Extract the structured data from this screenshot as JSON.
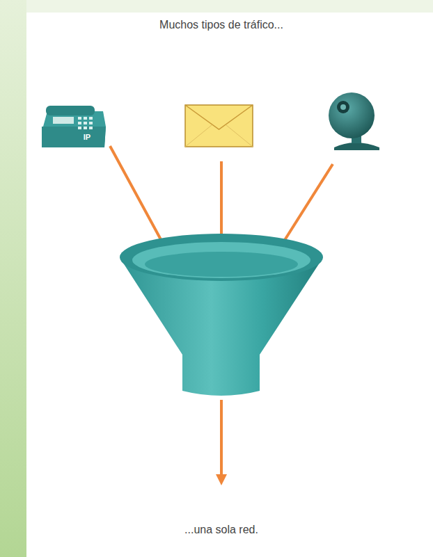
{
  "diagram": {
    "labels": [
      "Muchos tipos de tráfico...",
      "IP",
      "...una sola red."
    ]
  }
}
